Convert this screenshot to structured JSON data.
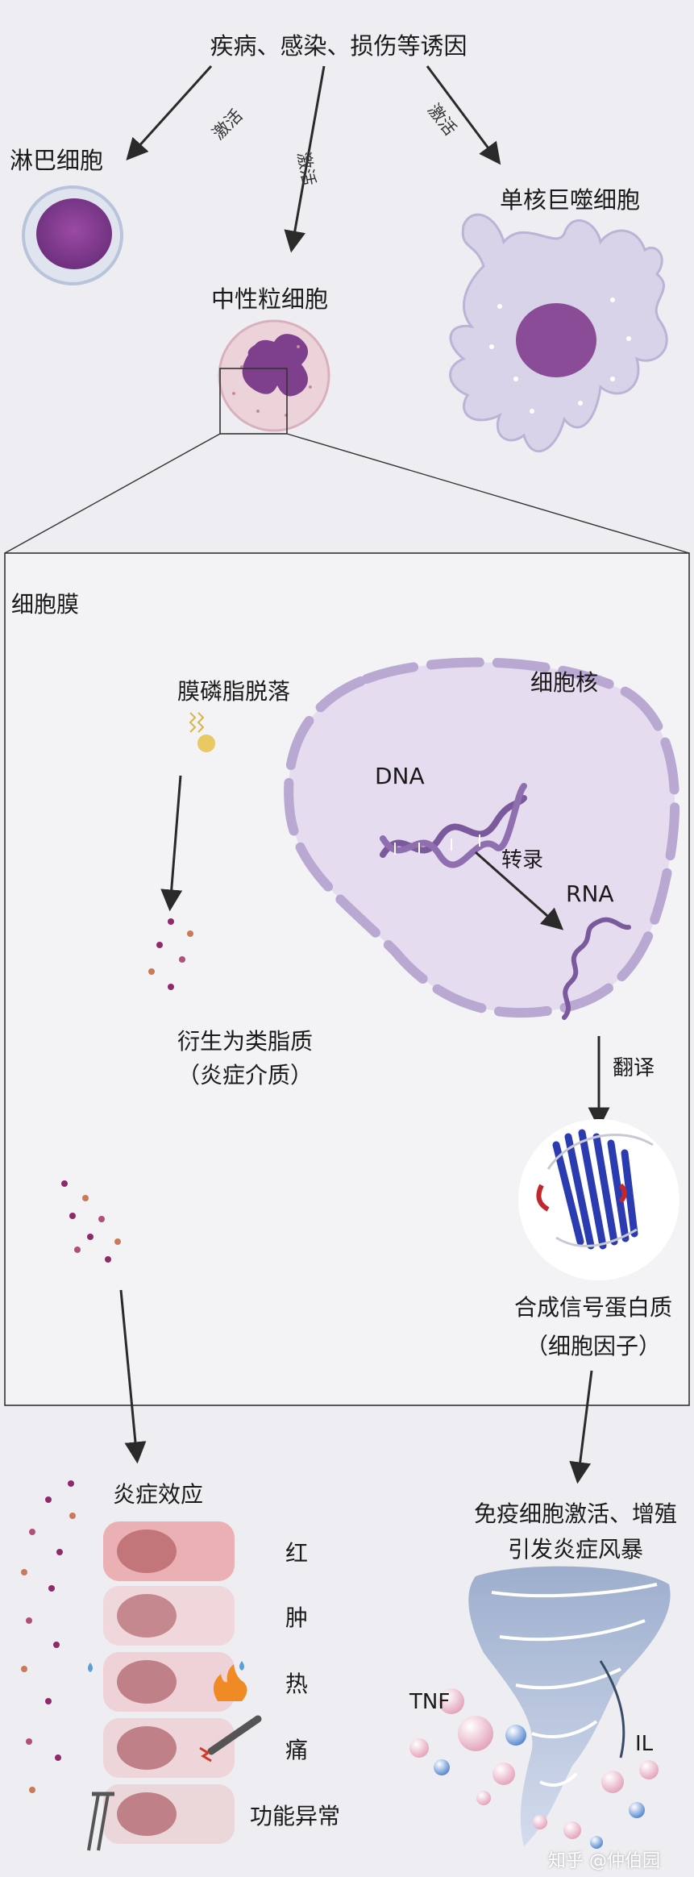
{
  "top": {
    "causes": "疾病、感染、损伤等诱因",
    "activate_left": "激活",
    "activate_mid": "激活",
    "activate_right": "激活",
    "lymphocyte": "淋巴细胞",
    "neutrophil": "中性粒细胞",
    "monocyte": "单核巨噬细胞"
  },
  "inset": {
    "membrane": "细胞膜",
    "shedding": "膜磷脂脱落",
    "derived_line1": "衍生为类脂质",
    "derived_line2": "（炎症介质）",
    "nucleus": "细胞核",
    "dna": "DNA",
    "transcription": "转录",
    "rna": "RNA",
    "translation": "翻译",
    "protein_line1": "合成信号蛋白质",
    "protein_line2": "（细胞因子）"
  },
  "bottom": {
    "effect_title": "炎症效应",
    "effects": [
      "红",
      "肿",
      "热",
      "痛",
      "功能异常"
    ],
    "storm_line1": "免疫细胞激活、增殖",
    "storm_line2": "引发炎症风暴",
    "tnf": "TNF",
    "il": "IL"
  },
  "watermark": "知乎 @仲伯园",
  "colors": {
    "background": "#eeeef2",
    "nucleus_purple": "#7e3f8c",
    "lipid_yellow": "#e9c961",
    "dna_purple": "#7a5a9c",
    "protein_blue": "#2b3bb0",
    "vessel_red": "#eab0b4"
  }
}
